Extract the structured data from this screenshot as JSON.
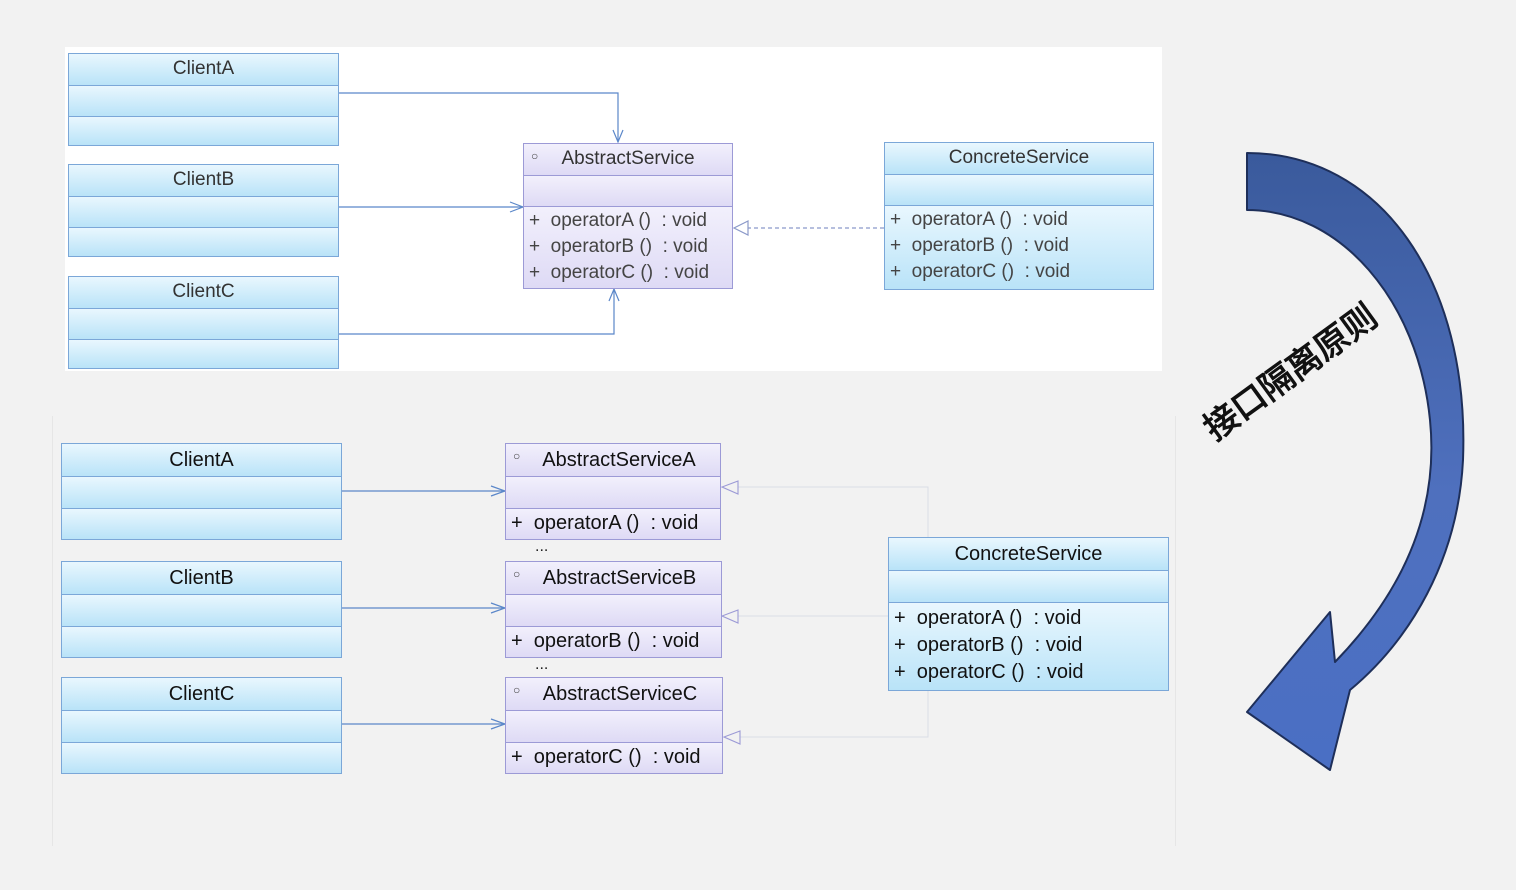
{
  "top": {
    "clients": [
      "ClientA",
      "ClientB",
      "ClientC"
    ],
    "abstract_service": {
      "stereotype": "○",
      "name": "AbstractService",
      "operations": [
        "+  operatorA ()  : void",
        "+  operatorB ()  : void",
        "+  operatorC ()  : void"
      ]
    },
    "concrete_service": {
      "name": "ConcreteService",
      "operations": [
        "+  operatorA ()  : void",
        "+  operatorB ()  : void",
        "+  operatorC ()  : void"
      ]
    }
  },
  "bottom": {
    "clients": [
      "ClientA",
      "ClientB",
      "ClientC"
    ],
    "abstract_services": [
      {
        "stereotype": "○",
        "name": "AbstractServiceA",
        "operation": "+  operatorA ()  : void",
        "more": "..."
      },
      {
        "stereotype": "○",
        "name": "AbstractServiceB",
        "operation": "+  operatorB ()  : void",
        "more": "..."
      },
      {
        "stereotype": "○",
        "name": "AbstractServiceC",
        "operation": "+  operatorC ()  : void"
      }
    ],
    "concrete_service": {
      "name": "ConcreteService",
      "operations": [
        "+  operatorA ()  : void",
        "+  operatorB ()  : void",
        "+  operatorC ()  : void"
      ]
    }
  },
  "caption": "接口隔离原则",
  "colors": {
    "class_border": "#7ba7d8",
    "interface_border": "#9c9ad6",
    "arrow_fill": "#4a6fb8"
  }
}
